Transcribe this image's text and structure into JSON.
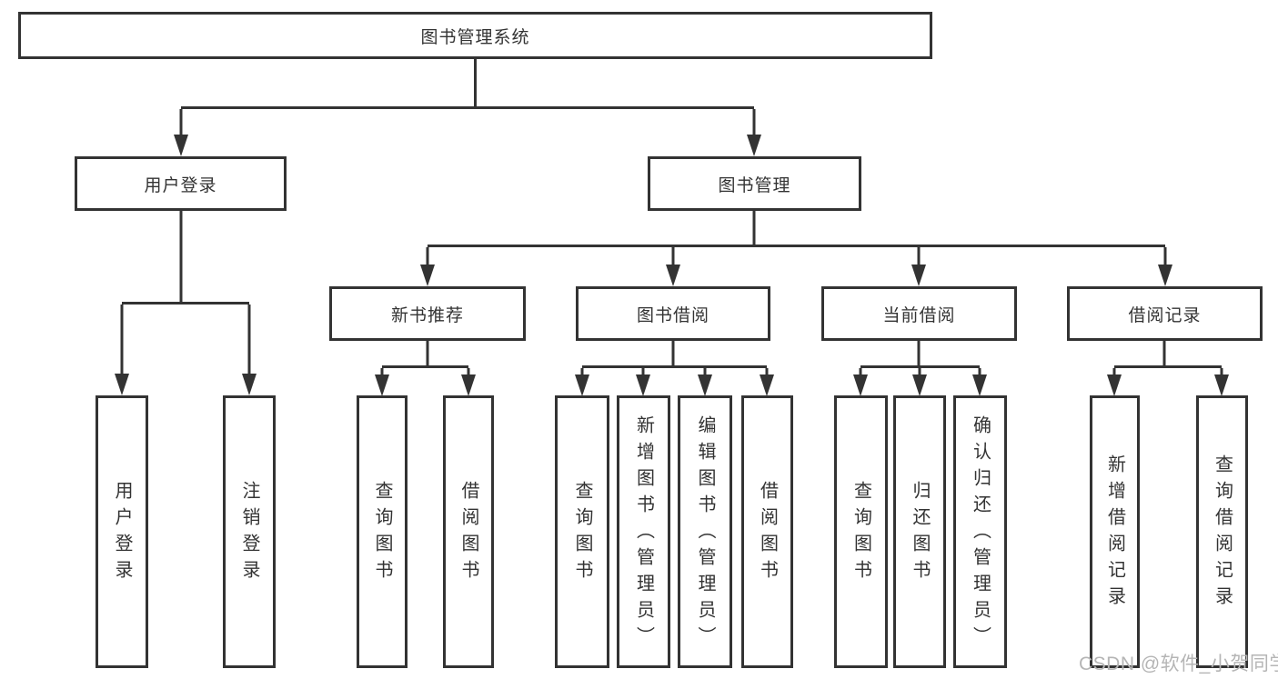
{
  "diagram": {
    "title": "图书管理系统",
    "branches": [
      {
        "label": "用户登录",
        "children": [
          {
            "label": "用户登录"
          },
          {
            "label": "注销登录"
          }
        ]
      },
      {
        "label": "图书管理",
        "children": [
          {
            "label": "新书推荐",
            "children": [
              {
                "label": "查询图书"
              },
              {
                "label": "借阅图书"
              }
            ]
          },
          {
            "label": "图书借阅",
            "children": [
              {
                "label": "查询图书"
              },
              {
                "label": "新增图书（管理员）"
              },
              {
                "label": "编辑图书（管理员）"
              },
              {
                "label": "借阅图书"
              }
            ]
          },
          {
            "label": "当前借阅",
            "children": [
              {
                "label": "查询图书"
              },
              {
                "label": "归还图书"
              },
              {
                "label": "确认归还（管理员）"
              }
            ]
          },
          {
            "label": "借阅记录",
            "children": [
              {
                "label": "新增借阅记录"
              },
              {
                "label": "查询借阅记录"
              }
            ]
          }
        ]
      }
    ]
  },
  "watermark": "CSDN @软件_小贺同学",
  "colors": {
    "line": "#333333",
    "box_border": "#333333",
    "text": "#333333",
    "watermark": "#b5b5b5",
    "background": "#ffffff"
  }
}
